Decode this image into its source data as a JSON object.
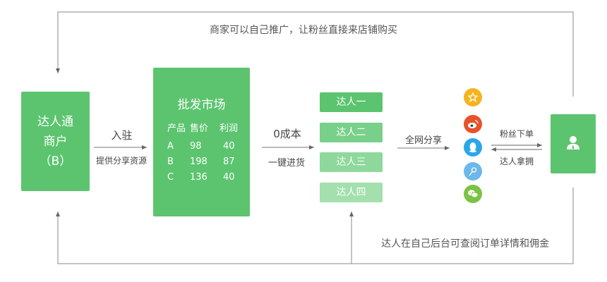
{
  "captions": {
    "top": "商家可以自己推广，让粉丝直接来店铺购买",
    "bottom": "达人在自己后台可查阅订单详情和佣金"
  },
  "merchant": {
    "line1": "达人通",
    "line2": "商户",
    "line3": "（B）"
  },
  "arrow1": {
    "label_top": "入驻",
    "label_bottom": "提供分享资源"
  },
  "market": {
    "title": "批发市场",
    "headers": [
      "产品",
      "售价",
      "利润"
    ],
    "rows": [
      [
        "A",
        "98",
        "40"
      ],
      [
        "B",
        "198",
        "87"
      ],
      [
        "C",
        "136",
        "40"
      ]
    ]
  },
  "arrow2": {
    "label_top": "0成本",
    "label_bottom": "一键进货"
  },
  "darens": [
    "达人一",
    "达人二",
    "达人三",
    "达人四"
  ],
  "arrow3": {
    "label": "全网分享"
  },
  "social_icons": [
    "qzone-icon",
    "weibo-icon",
    "qq-icon",
    "tencent-weibo-icon",
    "wechat-icon"
  ],
  "exchange": {
    "label_top": "粉丝下单",
    "label_bottom": "达人拿拥"
  },
  "colors": {
    "primary_green": "#5cc46f",
    "light_green_1": "#79d08a",
    "light_green_2": "#8ed89b",
    "light_green_3": "#a3e0ad",
    "qzone": "#f5b31d",
    "weibo": "#e6532b",
    "qq": "#2aa7e8",
    "tencent_weibo": "#6cb8ea",
    "wechat": "#7bc343"
  }
}
